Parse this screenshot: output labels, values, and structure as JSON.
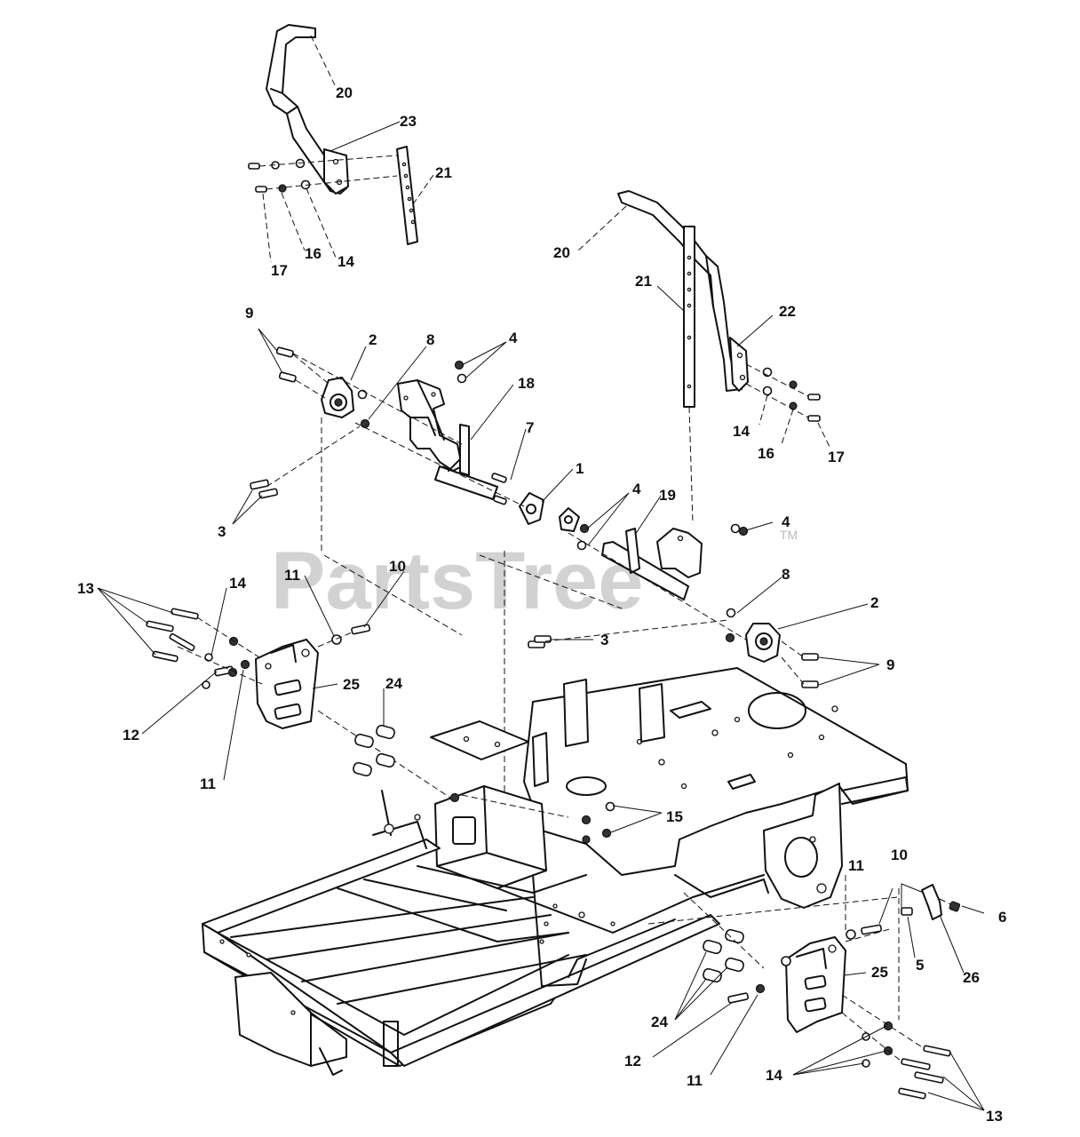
{
  "watermark": {
    "text": "PartsTree",
    "trademark": "TM"
  },
  "callouts": [
    {
      "id": "c20-top",
      "label": "20"
    },
    {
      "id": "c23",
      "label": "23"
    },
    {
      "id": "c21-top",
      "label": "21"
    },
    {
      "id": "c16-top",
      "label": "16"
    },
    {
      "id": "c14-top",
      "label": "14"
    },
    {
      "id": "c17-top",
      "label": "17"
    },
    {
      "id": "c20-right",
      "label": "20"
    },
    {
      "id": "c21-right",
      "label": "21"
    },
    {
      "id": "c22",
      "label": "22"
    },
    {
      "id": "c14-right",
      "label": "14"
    },
    {
      "id": "c16-right",
      "label": "16"
    },
    {
      "id": "c17-right",
      "label": "17"
    },
    {
      "id": "c9-left",
      "label": "9"
    },
    {
      "id": "c2-left",
      "label": "2"
    },
    {
      "id": "c8-left",
      "label": "8"
    },
    {
      "id": "c4-top",
      "label": "4"
    },
    {
      "id": "c18",
      "label": "18"
    },
    {
      "id": "c7",
      "label": "7"
    },
    {
      "id": "c1",
      "label": "1"
    },
    {
      "id": "c4-mid",
      "label": "4"
    },
    {
      "id": "c19",
      "label": "19"
    },
    {
      "id": "c4-right",
      "label": "4"
    },
    {
      "id": "c3-left",
      "label": "3"
    },
    {
      "id": "c11-upper",
      "label": "11"
    },
    {
      "id": "c10-upper",
      "label": "10"
    },
    {
      "id": "c8-right",
      "label": "8"
    },
    {
      "id": "c2-right",
      "label": "2"
    },
    {
      "id": "c13-left",
      "label": "13"
    },
    {
      "id": "c14-left",
      "label": "14"
    },
    {
      "id": "c3-mid",
      "label": "3"
    },
    {
      "id": "c9-right",
      "label": "9"
    },
    {
      "id": "c25-left",
      "label": "25"
    },
    {
      "id": "c24-upper",
      "label": "24"
    },
    {
      "id": "c12-left",
      "label": "12"
    },
    {
      "id": "c11-left",
      "label": "11"
    },
    {
      "id": "c15",
      "label": "15"
    },
    {
      "id": "c11-right",
      "label": "11"
    },
    {
      "id": "c10-right",
      "label": "10"
    },
    {
      "id": "c6",
      "label": "6"
    },
    {
      "id": "c5",
      "label": "5"
    },
    {
      "id": "c26",
      "label": "26"
    },
    {
      "id": "c25-right",
      "label": "25"
    },
    {
      "id": "c24-lower",
      "label": "24"
    },
    {
      "id": "c12-right",
      "label": "12"
    },
    {
      "id": "c11-bottom",
      "label": "11"
    },
    {
      "id": "c14-bottom",
      "label": "14"
    },
    {
      "id": "c13-right",
      "label": "13"
    }
  ]
}
